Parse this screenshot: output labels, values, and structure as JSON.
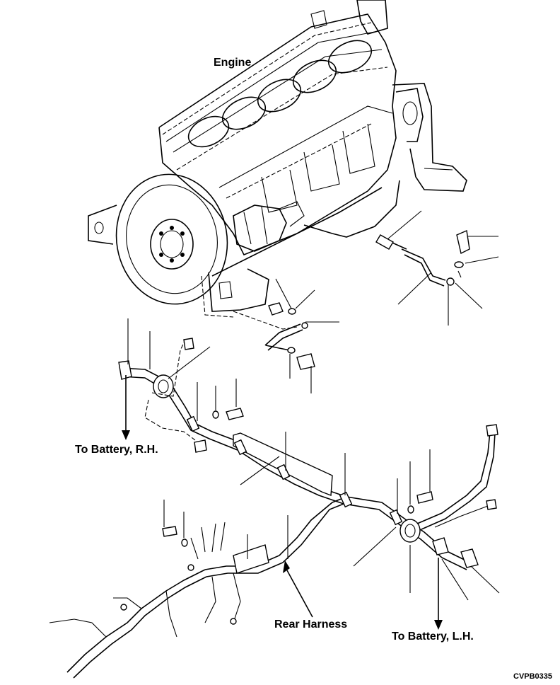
{
  "labels": {
    "engine": "Engine",
    "battery_rh": "To Battery, R.H.",
    "rear_harness": "Rear Harness",
    "battery_lh": "To Battery, L.H.",
    "drawing_code": "CVPB0335"
  },
  "icons": {
    "arrow": "arrow-icon"
  },
  "colors": {
    "ink": "#000000",
    "paper": "#ffffff"
  }
}
